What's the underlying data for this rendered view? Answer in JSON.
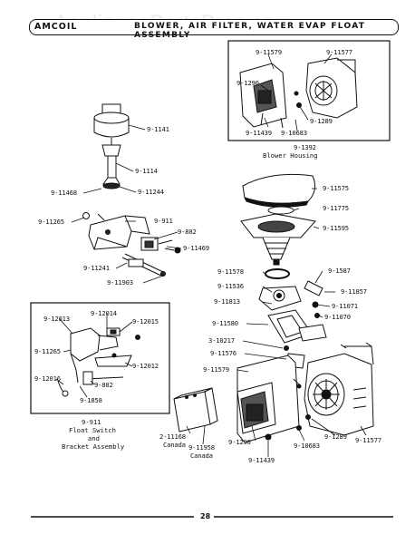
{
  "header": {
    "watermark": "AppliancePartsPros.com",
    "brand": "AMCOIL",
    "title": "BLOWER, AIR FILTER, WATER EVAP FLOAT ASSEMBLY"
  },
  "parts": {
    "p1": "9-11579",
    "p2": "9-11577",
    "p3": "9-1290",
    "p4": "9-1289",
    "p5": "9-11439",
    "p6": "9-10683",
    "p7": "9-1392",
    "p8": "9-1141",
    "p9": "9-1114",
    "p10": "9-11468",
    "p11": "9-11244",
    "p12": "9-11265",
    "p13": "9-911",
    "p14": "9-882",
    "p15": "9-11469",
    "p16": "9-11241",
    "p17": "9-11903",
    "p18": "9-11575",
    "p19": "9-11775",
    "p20": "9-11595",
    "p21": "9-11578",
    "p22": "9-1587",
    "p23": "9-11536",
    "p24": "9-11857",
    "p25": "9-11813",
    "p26": "9-11071",
    "p27": "9-11070",
    "p28": "9-11580",
    "p29": "3-10217",
    "p30": "9-11576",
    "p31": "9-11579",
    "p32": "9-1290",
    "p33": "9-10683",
    "p34": "9-1289",
    "p35": "9-11577",
    "p36": "9-11439",
    "p37": "9-12013",
    "p38": "9-12014",
    "p39": "9-12015",
    "p40": "9-11265",
    "p41": "9-12012",
    "p42": "9-12016",
    "p43": "9-882",
    "p44": "9-1858",
    "p45": "2-11168",
    "p46": "Canada",
    "p47": "9-11958",
    "p48": "Canada"
  },
  "captions": {
    "blower_housing": "Blower Housing",
    "float_l1": "9-911",
    "float_l2": "Float Switch",
    "float_l3": "and",
    "float_l4": "Bracket Assembly"
  },
  "footer": {
    "page": "28"
  }
}
